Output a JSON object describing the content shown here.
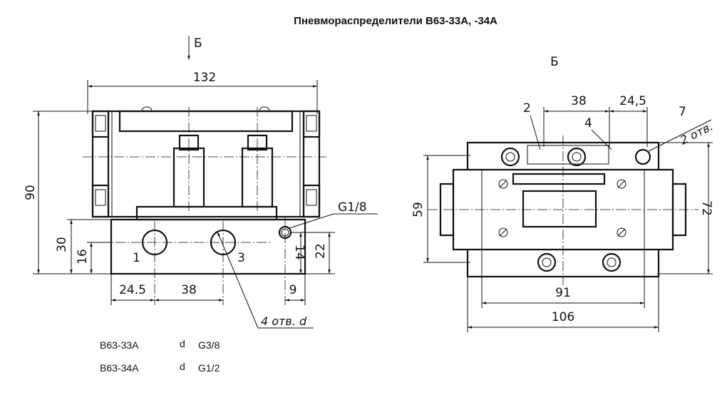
{
  "title": "Пневмораспределители В63-33А, -34А",
  "view_marker": "Б",
  "front_view": {
    "width_132": "132",
    "height_90": "90",
    "height_30": "30",
    "height_16": "16",
    "right_22": "22",
    "right_14": "14",
    "thread_g18": "G1/8",
    "port_1": "1",
    "port_3": "3",
    "bottom_245": "24.5",
    "bottom_38": "38",
    "bottom_9": "9",
    "holes_note": "4 отв. d"
  },
  "side_view": {
    "label": "Б",
    "callout_2": "2",
    "callout_4": "4",
    "callout_7": "7",
    "top_38": "38",
    "top_245": "24,5",
    "holes_note": "2 отв.",
    "height_59": "59",
    "height_72": "72",
    "bottom_91": "91",
    "bottom_106": "106"
  },
  "table": [
    {
      "model": "В63-33А",
      "param": "d",
      "value": "G3/8"
    },
    {
      "model": "В63-34А",
      "param": "d",
      "value": "G1/2"
    }
  ]
}
